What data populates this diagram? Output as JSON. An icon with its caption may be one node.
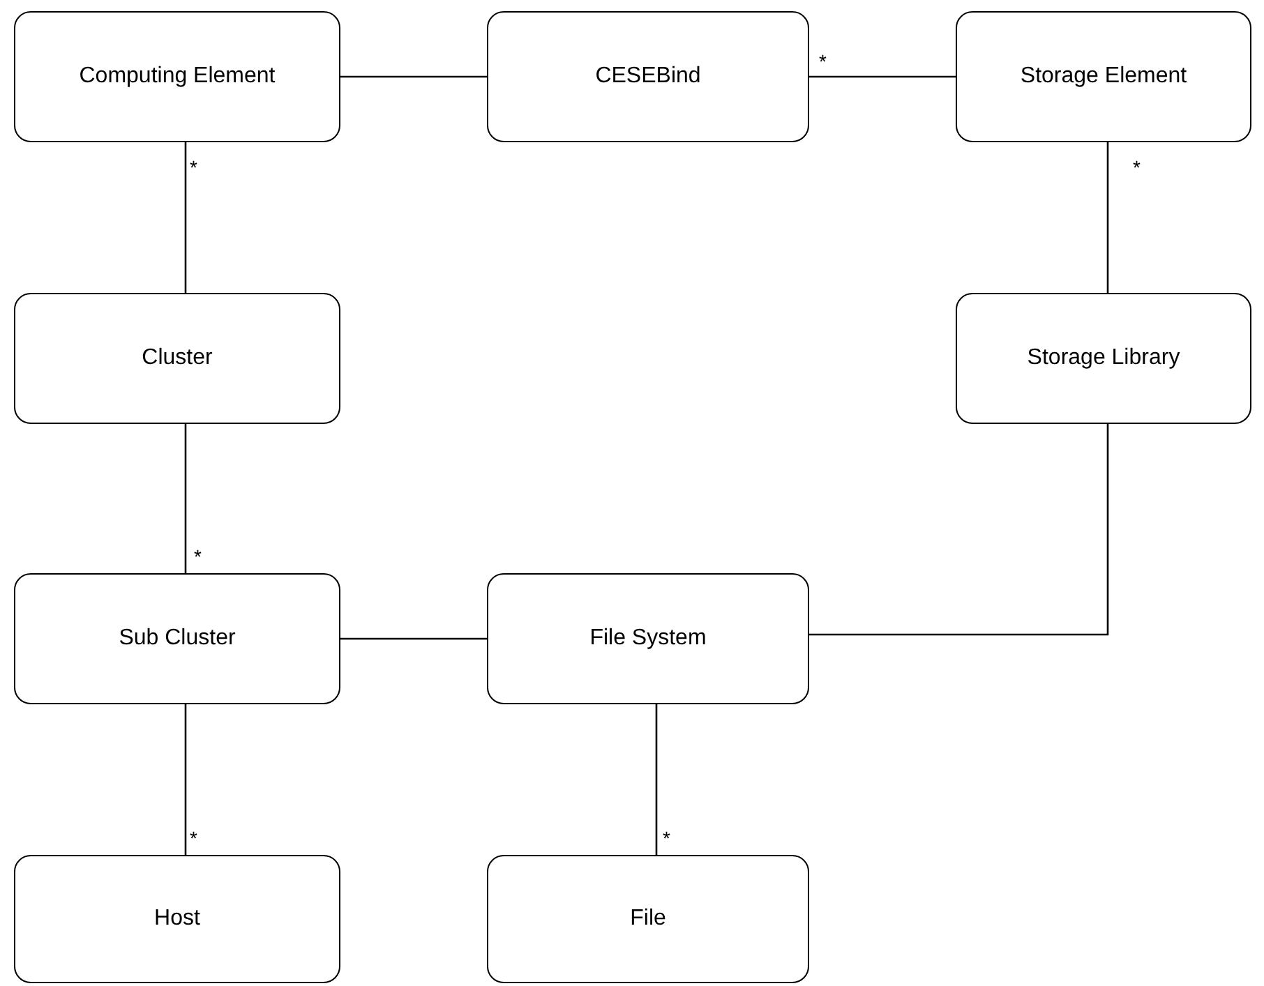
{
  "diagram": {
    "nodes": [
      {
        "text": [
          "Computing Element"
        ]
      },
      {
        "text": [
          "CESEBind"
        ]
      },
      {
        "text": [
          "Storage Element"
        ]
      },
      {
        "text": [
          "Cluster"
        ]
      },
      {
        "text": [
          "Storage Library"
        ]
      },
      {
        "text": [
          "Sub Cluster"
        ]
      },
      {
        "text": [
          "File System"
        ]
      },
      {
        "text": [
          "Host"
        ]
      },
      {
        "text": [
          "File"
        ]
      }
    ],
    "edges": [
      {
        "from": 0,
        "to": 1,
        "arrow": "none"
      },
      {
        "from": 1,
        "to": 2,
        "arrow": "none",
        "label": "*"
      },
      {
        "from": 0,
        "to": 3,
        "arrow": "none",
        "label": "*"
      },
      {
        "from": 2,
        "to": 4,
        "arrow": "none",
        "label": "*"
      },
      {
        "from": 3,
        "to": 5,
        "arrow": "none",
        "label": "*"
      },
      {
        "from": 4,
        "to": 6,
        "arrow": "none"
      },
      {
        "from": 5,
        "to": 6,
        "arrow": "none"
      },
      {
        "from": 5,
        "to": 7,
        "arrow": "none",
        "label": "*"
      },
      {
        "from": 6,
        "to": 8,
        "arrow": "none",
        "label": "*"
      }
    ]
  }
}
